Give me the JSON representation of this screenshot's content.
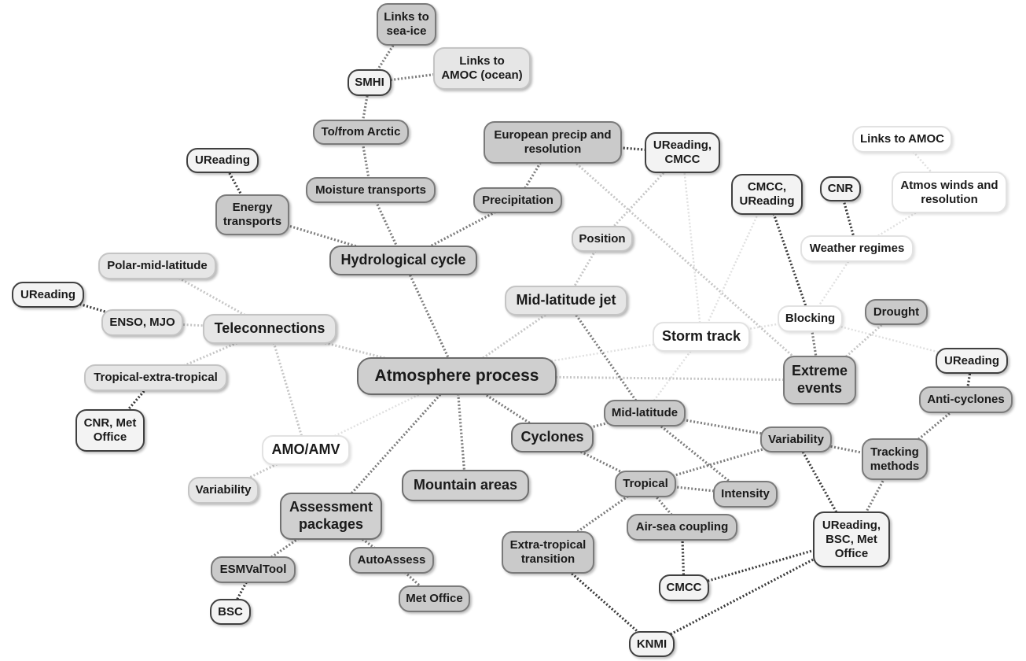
{
  "diagram": {
    "nodes": [
      {
        "id": "atmos",
        "label": "Atmosphere process",
        "style": "root"
      },
      {
        "id": "hydro",
        "label": "Hydrological cycle",
        "style": "main"
      },
      {
        "id": "teleconn",
        "label": "Teleconnections",
        "style": "light"
      },
      {
        "id": "midjet",
        "label": "Mid-latitude jet",
        "style": "light"
      },
      {
        "id": "stormtrack",
        "label": "Storm track",
        "style": "faint"
      },
      {
        "id": "extreme",
        "label": "Extreme\nevents",
        "style": "mid"
      },
      {
        "id": "cyclones",
        "label": "Cyclones",
        "style": "main"
      },
      {
        "id": "mountain",
        "label": "Mountain areas",
        "style": "main"
      },
      {
        "id": "amo",
        "label": "AMO/AMV",
        "style": "faint"
      },
      {
        "id": "assess",
        "label": "Assessment\npackages",
        "style": "main"
      },
      {
        "id": "sea_ice",
        "label": "Links to\nsea-ice",
        "style": "mid"
      },
      {
        "id": "smhi",
        "label": "SMHI",
        "style": "dark"
      },
      {
        "id": "amoc_ocean",
        "label": "Links to\nAMOC (ocean)",
        "style": "light"
      },
      {
        "id": "arctic",
        "label": "To/from Arctic",
        "style": "mid"
      },
      {
        "id": "moisture",
        "label": "Moisture transports",
        "style": "mid"
      },
      {
        "id": "ureading1",
        "label": "UReading",
        "style": "dark"
      },
      {
        "id": "energy",
        "label": "Energy\ntransports",
        "style": "mid"
      },
      {
        "id": "euprecip",
        "label": "European precip and\nresolution",
        "style": "mid"
      },
      {
        "id": "ureading_cmcc",
        "label": "UReading,\nCMCC",
        "style": "dark"
      },
      {
        "id": "precip",
        "label": "Precipitation",
        "style": "mid"
      },
      {
        "id": "position",
        "label": "Position",
        "style": "light"
      },
      {
        "id": "cmcc_ureading",
        "label": "CMCC,\nUReading",
        "style": "dark"
      },
      {
        "id": "cnr1",
        "label": "CNR",
        "style": "dark"
      },
      {
        "id": "links_amoc",
        "label": "Links to AMOC",
        "style": "faint"
      },
      {
        "id": "atmos_winds",
        "label": "Atmos winds and\nresolution",
        "style": "faint"
      },
      {
        "id": "weather_regimes",
        "label": "Weather regimes",
        "style": "faint"
      },
      {
        "id": "blocking",
        "label": "Blocking",
        "style": "faint"
      },
      {
        "id": "drought",
        "label": "Drought",
        "style": "mid"
      },
      {
        "id": "ureading2",
        "label": "UReading",
        "style": "dark"
      },
      {
        "id": "anticyclones",
        "label": "Anti-cyclones",
        "style": "mid"
      },
      {
        "id": "tracking",
        "label": "Tracking\nmethods",
        "style": "mid"
      },
      {
        "id": "variability1",
        "label": "Variability",
        "style": "mid"
      },
      {
        "id": "midlat",
        "label": "Mid-latitude",
        "style": "mid"
      },
      {
        "id": "tropical",
        "label": "Tropical",
        "style": "mid"
      },
      {
        "id": "intensity",
        "label": "Intensity",
        "style": "mid"
      },
      {
        "id": "airsea",
        "label": "Air-sea coupling",
        "style": "mid"
      },
      {
        "id": "urbsc",
        "label": "UReading,\nBSC, Met\nOffice",
        "style": "dark"
      },
      {
        "id": "cmcc1",
        "label": "CMCC",
        "style": "dark"
      },
      {
        "id": "extratrop",
        "label": "Extra-tropical\ntransition",
        "style": "mid"
      },
      {
        "id": "knmi",
        "label": "KNMI",
        "style": "dark"
      },
      {
        "id": "polarmid",
        "label": "Polar-mid-latitude",
        "style": "light"
      },
      {
        "id": "ureading3",
        "label": "UReading",
        "style": "dark"
      },
      {
        "id": "enso",
        "label": "ENSO, MJO",
        "style": "light"
      },
      {
        "id": "tropextra",
        "label": "Tropical-extra-tropical",
        "style": "light"
      },
      {
        "id": "cnr_met",
        "label": "CNR, Met\nOffice",
        "style": "dark"
      },
      {
        "id": "variability2",
        "label": "Variability",
        "style": "light"
      },
      {
        "id": "esmval",
        "label": "ESMValTool",
        "style": "mid"
      },
      {
        "id": "bsc",
        "label": "BSC",
        "style": "dark"
      },
      {
        "id": "autoassess",
        "label": "AutoAssess",
        "style": "mid"
      },
      {
        "id": "metoffice",
        "label": "Met Office",
        "style": "mid"
      }
    ],
    "edges": [
      {
        "from": "atmos",
        "to": "hydro",
        "style": "dark"
      },
      {
        "from": "atmos",
        "to": "teleconn",
        "style": "light"
      },
      {
        "from": "atmos",
        "to": "midjet",
        "style": "light"
      },
      {
        "from": "atmos",
        "to": "stormtrack",
        "style": "faint"
      },
      {
        "from": "atmos",
        "to": "extreme",
        "style": "light"
      },
      {
        "from": "atmos",
        "to": "cyclones",
        "style": "dark"
      },
      {
        "from": "atmos",
        "to": "mountain",
        "style": "dark"
      },
      {
        "from": "atmos",
        "to": "amo",
        "style": "faint"
      },
      {
        "from": "atmos",
        "to": "assess",
        "style": "dark"
      },
      {
        "from": "hydro",
        "to": "moisture",
        "style": "dark"
      },
      {
        "from": "moisture",
        "to": "arctic",
        "style": "dark"
      },
      {
        "from": "arctic",
        "to": "smhi",
        "style": "dark"
      },
      {
        "from": "smhi",
        "to": "sea_ice",
        "style": "dark"
      },
      {
        "from": "smhi",
        "to": "amoc_ocean",
        "style": "dark"
      },
      {
        "from": "hydro",
        "to": "energy",
        "style": "dark"
      },
      {
        "from": "energy",
        "to": "ureading1",
        "style": "black"
      },
      {
        "from": "hydro",
        "to": "precip",
        "style": "dark"
      },
      {
        "from": "precip",
        "to": "euprecip",
        "style": "dark"
      },
      {
        "from": "euprecip",
        "to": "ureading_cmcc",
        "style": "black"
      },
      {
        "from": "euprecip",
        "to": "extreme",
        "style": "light"
      },
      {
        "from": "midjet",
        "to": "position",
        "style": "light"
      },
      {
        "from": "position",
        "to": "ureading_cmcc",
        "style": "light"
      },
      {
        "from": "midjet",
        "to": "midlat",
        "style": "dark"
      },
      {
        "from": "stormtrack",
        "to": "ureading_cmcc",
        "style": "faint"
      },
      {
        "from": "stormtrack",
        "to": "cmcc_ureading",
        "style": "faint"
      },
      {
        "from": "stormtrack",
        "to": "blocking",
        "style": "faint"
      },
      {
        "from": "stormtrack",
        "to": "midlat",
        "style": "faint"
      },
      {
        "from": "blocking",
        "to": "weather_regimes",
        "style": "faint"
      },
      {
        "from": "blocking",
        "to": "cmcc_ureading",
        "style": "black"
      },
      {
        "from": "blocking",
        "to": "extreme",
        "style": "dark"
      },
      {
        "from": "blocking",
        "to": "ureading2",
        "style": "faint"
      },
      {
        "from": "weather_regimes",
        "to": "cnr1",
        "style": "black"
      },
      {
        "from": "weather_regimes",
        "to": "atmos_winds",
        "style": "faint"
      },
      {
        "from": "atmos_winds",
        "to": "links_amoc",
        "style": "faint"
      },
      {
        "from": "extreme",
        "to": "drought",
        "style": "light"
      },
      {
        "from": "anticyclones",
        "to": "ureading2",
        "style": "black"
      },
      {
        "from": "anticyclones",
        "to": "tracking",
        "style": "dark"
      },
      {
        "from": "tracking",
        "to": "variability1",
        "style": "dark"
      },
      {
        "from": "tracking",
        "to": "urbsc",
        "style": "dark"
      },
      {
        "from": "cyclones",
        "to": "midlat",
        "style": "dark"
      },
      {
        "from": "cyclones",
        "to": "tropical",
        "style": "dark"
      },
      {
        "from": "midlat",
        "to": "variability1",
        "style": "dark"
      },
      {
        "from": "midlat",
        "to": "intensity",
        "style": "dark"
      },
      {
        "from": "tropical",
        "to": "variability1",
        "style": "dark"
      },
      {
        "from": "tropical",
        "to": "intensity",
        "style": "dark"
      },
      {
        "from": "tropical",
        "to": "airsea",
        "style": "dark"
      },
      {
        "from": "tropical",
        "to": "extratrop",
        "style": "dark"
      },
      {
        "from": "variability1",
        "to": "urbsc",
        "style": "black"
      },
      {
        "from": "airsea",
        "to": "cmcc1",
        "style": "black"
      },
      {
        "from": "cmcc1",
        "to": "urbsc",
        "style": "black"
      },
      {
        "from": "extratrop",
        "to": "knmi",
        "style": "black"
      },
      {
        "from": "knmi",
        "to": "urbsc",
        "style": "black"
      },
      {
        "from": "teleconn",
        "to": "polarmid",
        "style": "light"
      },
      {
        "from": "teleconn",
        "to": "enso",
        "style": "light"
      },
      {
        "from": "enso",
        "to": "ureading3",
        "style": "black"
      },
      {
        "from": "teleconn",
        "to": "tropextra",
        "style": "light"
      },
      {
        "from": "tropextra",
        "to": "cnr_met",
        "style": "black"
      },
      {
        "from": "teleconn",
        "to": "amo",
        "style": "light"
      },
      {
        "from": "amo",
        "to": "variability2",
        "style": "light"
      },
      {
        "from": "assess",
        "to": "esmval",
        "style": "dark"
      },
      {
        "from": "esmval",
        "to": "bsc",
        "style": "black"
      },
      {
        "from": "assess",
        "to": "autoassess",
        "style": "dark"
      },
      {
        "from": "autoassess",
        "to": "metoffice",
        "style": "dark"
      }
    ]
  }
}
